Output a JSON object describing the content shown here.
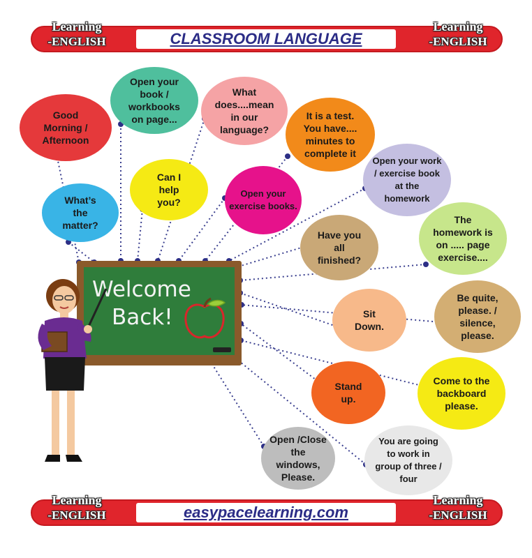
{
  "header": {
    "title": "CLASSROOM LANGUAGE",
    "logo_line1": "Learning",
    "logo_line2": "-ENGLISH"
  },
  "footer": {
    "site": "easypacelearning.com"
  },
  "board": {
    "line1": "Welcome",
    "line2": "Back!"
  },
  "colors": {
    "banner": "#e0252c",
    "title_text": "#2b2c86",
    "board_green": "#2f7d3b",
    "board_frame": "#8a5a2b",
    "dotted_line": "#3a3f8f"
  },
  "phrases": [
    {
      "id": "good-morning",
      "text": "Good Morning / Afternoon",
      "color": "#e5393b"
    },
    {
      "id": "open-book",
      "text": "Open your book / workbooks on page...",
      "color": "#4fbf9d"
    },
    {
      "id": "what-does-mean",
      "text": "What does....mean in our language?",
      "color": "#f5a3a5"
    },
    {
      "id": "test",
      "text": "It is a test. You have.... minutes to complete it",
      "color": "#f28a1a"
    },
    {
      "id": "whats-the-matter",
      "text": "What’s the matter?",
      "color": "#39b4e6"
    },
    {
      "id": "can-i-help",
      "text": "Can I help you?",
      "color": "#f5ea14"
    },
    {
      "id": "open-exercise-books",
      "text": "Open your exercise books.",
      "color": "#e6128b"
    },
    {
      "id": "open-work",
      "text": "Open your work / exercise book at the homework",
      "color": "#c4bfe1"
    },
    {
      "id": "have-you-finished",
      "text": "Have you all finished?",
      "color": "#c9a877"
    },
    {
      "id": "homework-on-page",
      "text": "The homework is on ..... page exercise....",
      "color": "#c7e68b"
    },
    {
      "id": "sit-down",
      "text": "Sit Down.",
      "color": "#f7b98a"
    },
    {
      "id": "be-quiet",
      "text": "Be quite, please. / silence, please.",
      "color": "#d3ae73"
    },
    {
      "id": "stand-up",
      "text": "Stand up.",
      "color": "#f26522"
    },
    {
      "id": "come-to-board",
      "text": "Come to the backboard please.",
      "color": "#f5ea14"
    },
    {
      "id": "open-close-windows",
      "text": "Open /Close the windows, Please.",
      "color": "#bdbdbd"
    },
    {
      "id": "group-work",
      "text": "You are going to work in group of three / four",
      "color": "#e8e8e8"
    }
  ]
}
